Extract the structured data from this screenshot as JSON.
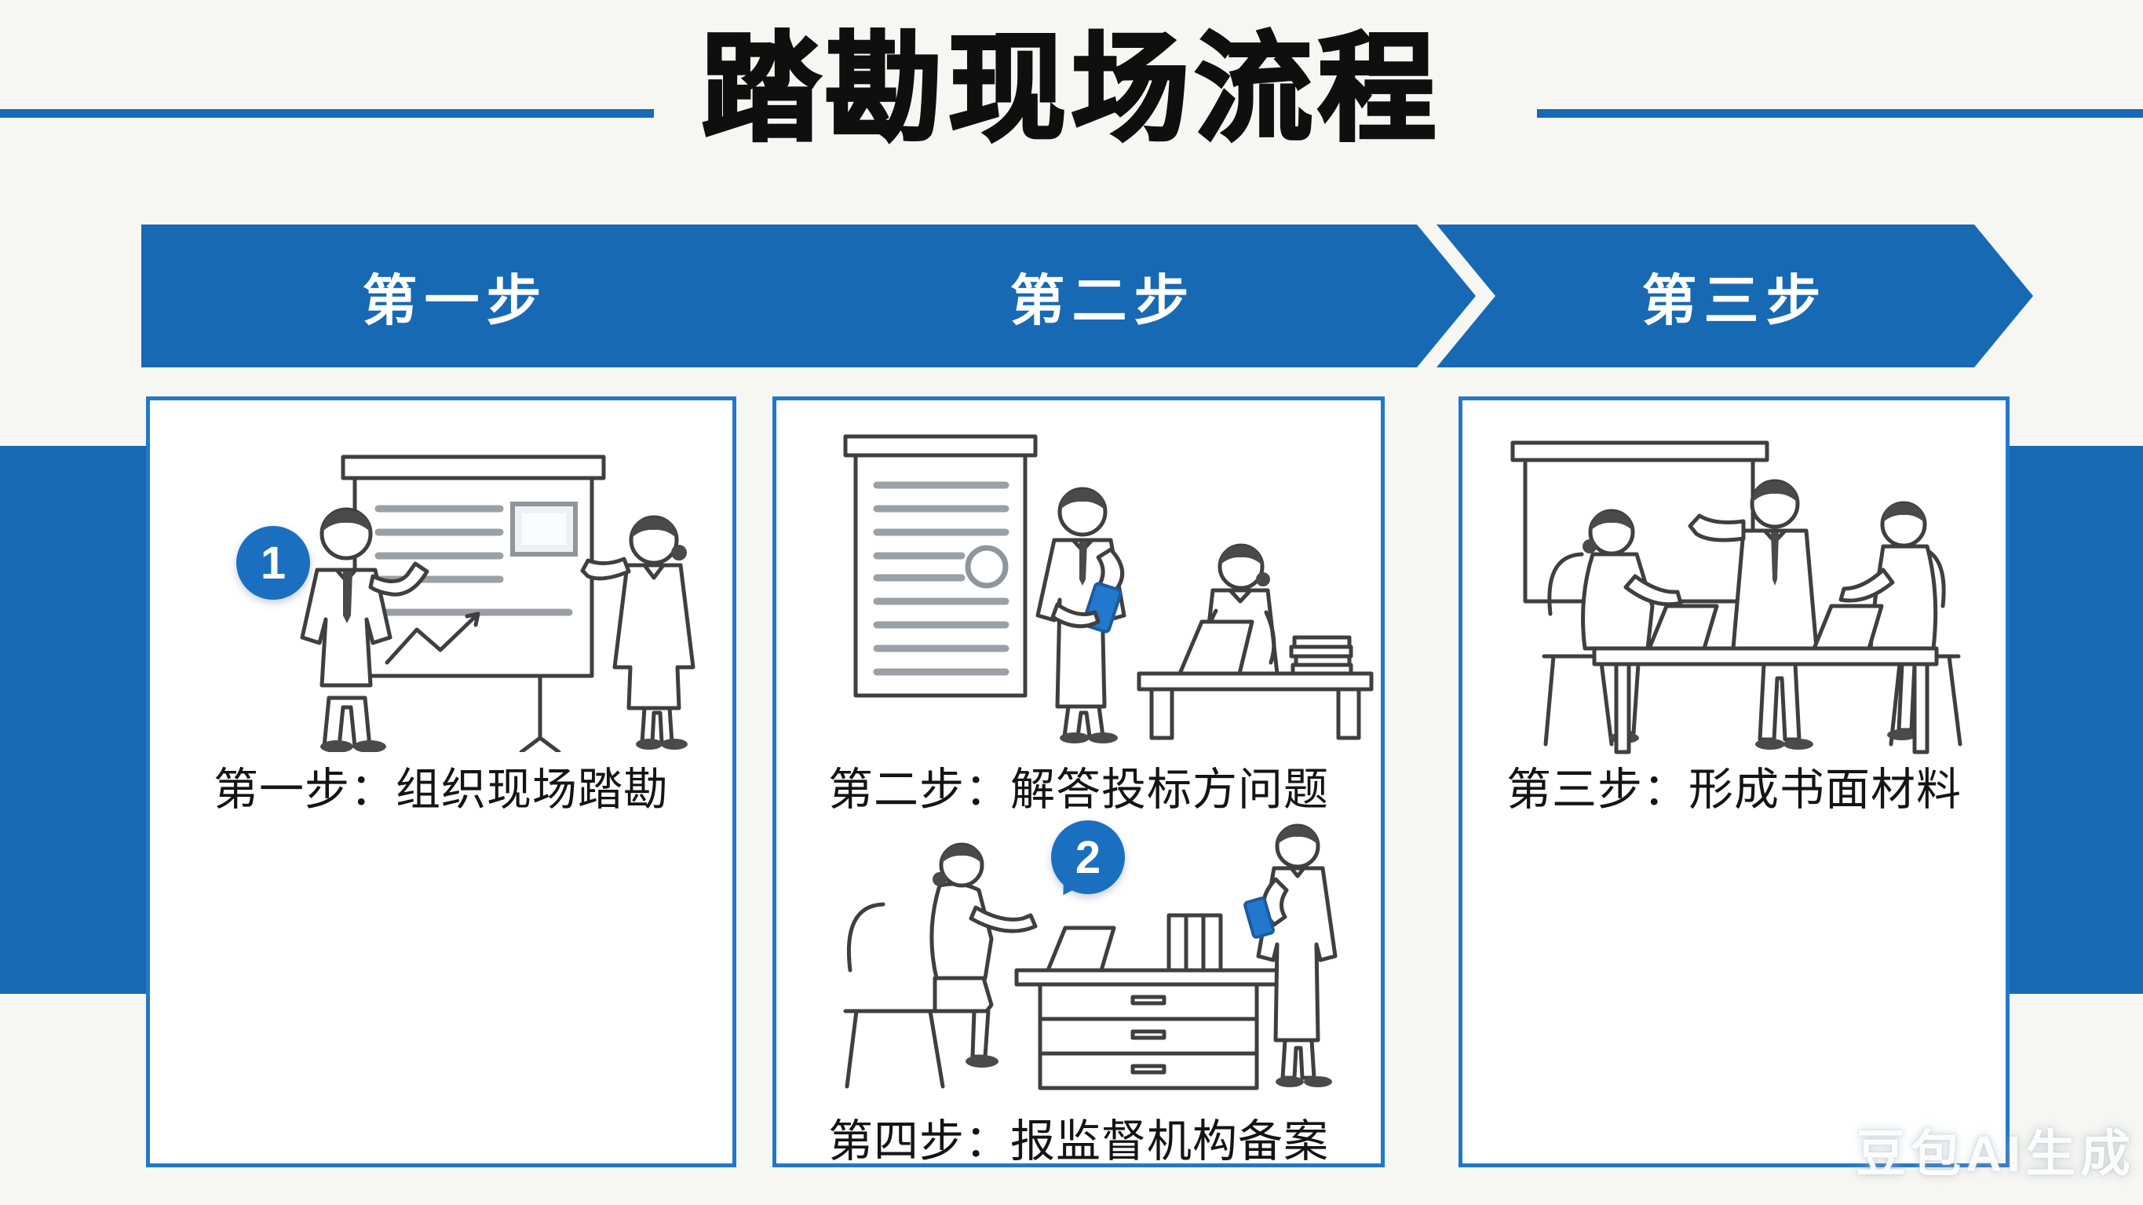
{
  "meta": {
    "title": "踏勘现场流程",
    "watermark": "豆包AI生成"
  },
  "colors": {
    "primary_blue": "#1769b4",
    "card_border_blue": "#2278c8",
    "badge_blue": "#1b6fc0",
    "device_accent_blue": "#2278cc",
    "background": "#f6f6f3",
    "title_text": "#0f0f0f",
    "banner_text": "#ffffff",
    "line_art": "#3f3f3f"
  },
  "banners": [
    {
      "label": "第一步"
    },
    {
      "label": "第二步"
    },
    {
      "label": "第三步"
    }
  ],
  "cards": [
    {
      "badge": "1",
      "caption": "第一步：组织现场踏勘",
      "scene": "presentation-at-whiteboard"
    },
    {
      "badge": "2",
      "caption_top": "第二步：解答投标方问题",
      "caption_bottom": "第四步：报监督机构备案",
      "scene_top": "answering-bidder-questions-at-desk",
      "scene_bottom": "filing-with-supervisory-agency"
    },
    {
      "caption": "第三步：形成书面材料",
      "scene": "meeting-around-table-with-laptops"
    }
  ]
}
